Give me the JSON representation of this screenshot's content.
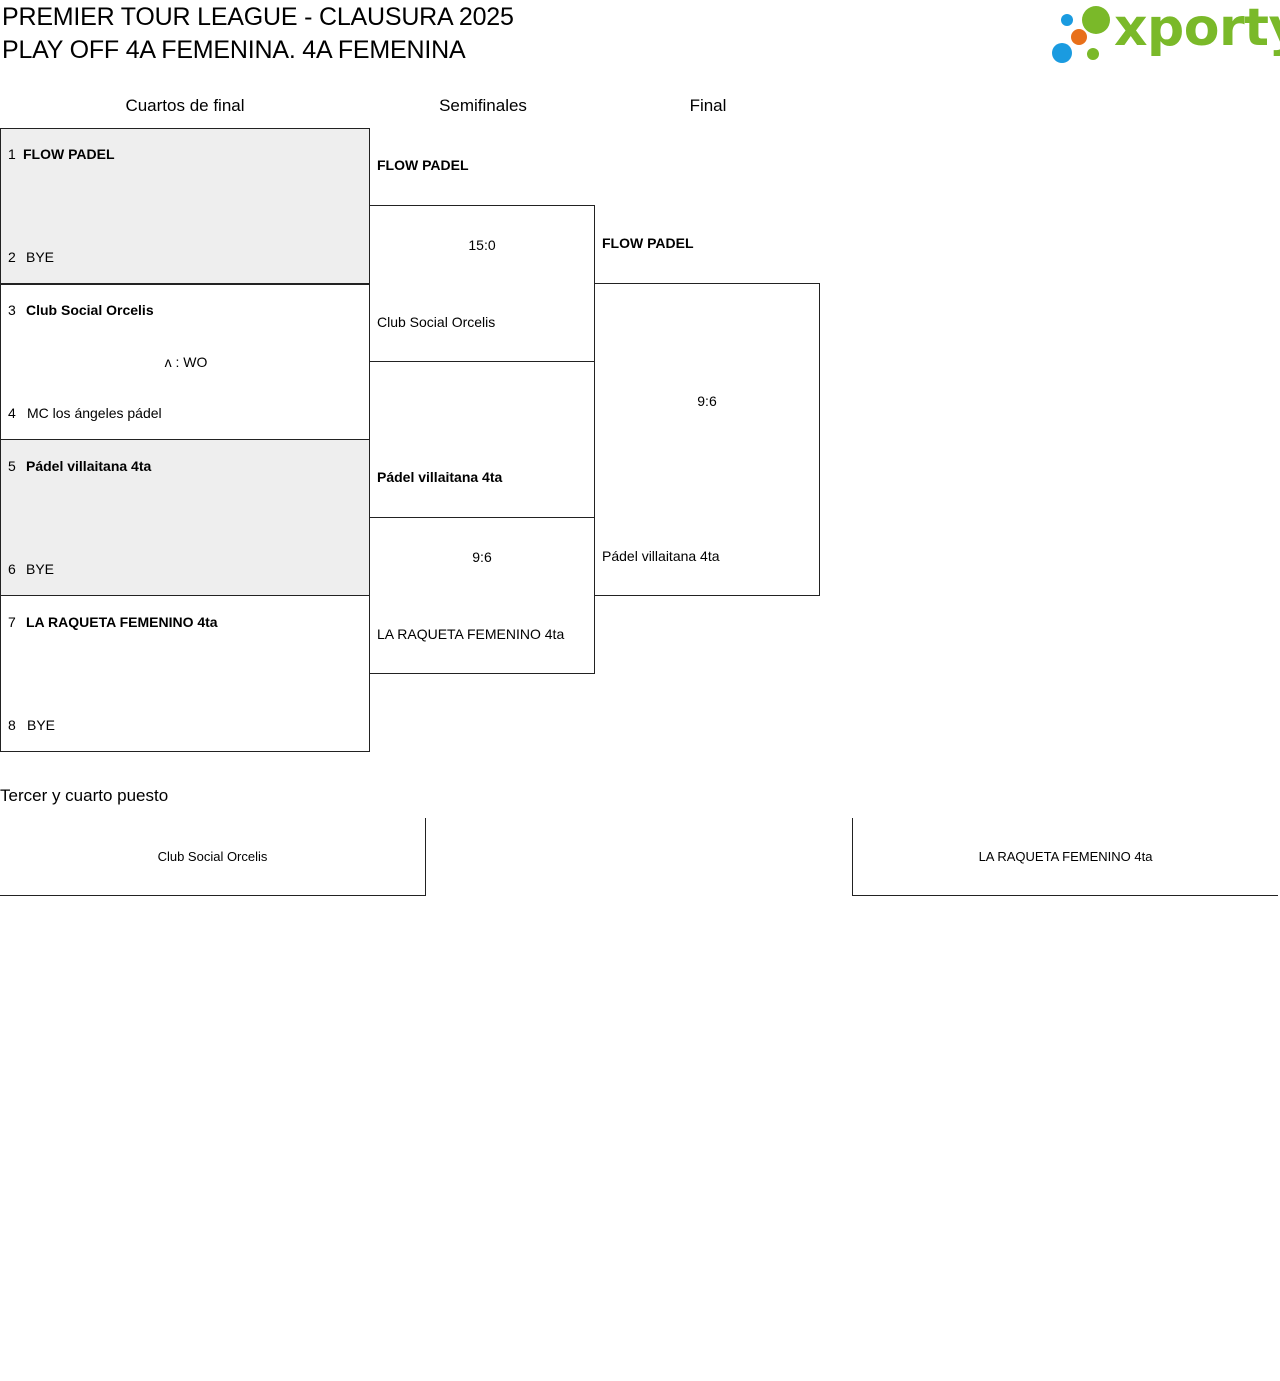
{
  "header": {
    "title_line1": "PREMIER TOUR LEAGUE - CLAUSURA 2025",
    "title_line2": "PLAY OFF 4A FEMENINA. 4A FEMENINA"
  },
  "logo": {
    "text": "xporty",
    "colors": {
      "green": "#7ab929",
      "blue": "#1a9be0",
      "orange": "#e8701a"
    }
  },
  "rounds": {
    "quarterfinals": "Cuartos de final",
    "semifinals": "Semifinales",
    "final": "Final"
  },
  "quarterfinals": [
    {
      "seed_a": "1",
      "team_a": "FLOW PADEL",
      "seed_b": "2",
      "team_b": "BYE",
      "result": ""
    },
    {
      "seed_a": "3",
      "team_a": "Club Social Orcelis",
      "seed_b": "4",
      "team_b": "MC los ángeles pádel",
      "result": "ᴧ : WO"
    },
    {
      "seed_a": "5",
      "team_a": "Pádel villaitana 4ta",
      "seed_b": "6",
      "team_b": "BYE",
      "result": ""
    },
    {
      "seed_a": "7",
      "team_a": "LA RAQUETA FEMENINO 4ta",
      "seed_b": "8",
      "team_b": "BYE",
      "result": ""
    }
  ],
  "semifinals": [
    {
      "team_a": "FLOW PADEL",
      "score": "15:0",
      "team_b": "Club Social Orcelis"
    },
    {
      "team_a": "Pádel villaitana 4ta",
      "score": "9:6",
      "team_b": "LA RAQUETA FEMENINO 4ta"
    }
  ],
  "final": {
    "team_a": "FLOW PADEL",
    "score": "9:6",
    "team_b": "Pádel villaitana 4ta"
  },
  "third_place": {
    "title": "Tercer y cuarto puesto",
    "team_a": "Club Social Orcelis",
    "team_b": "LA RAQUETA FEMENINO 4ta"
  }
}
